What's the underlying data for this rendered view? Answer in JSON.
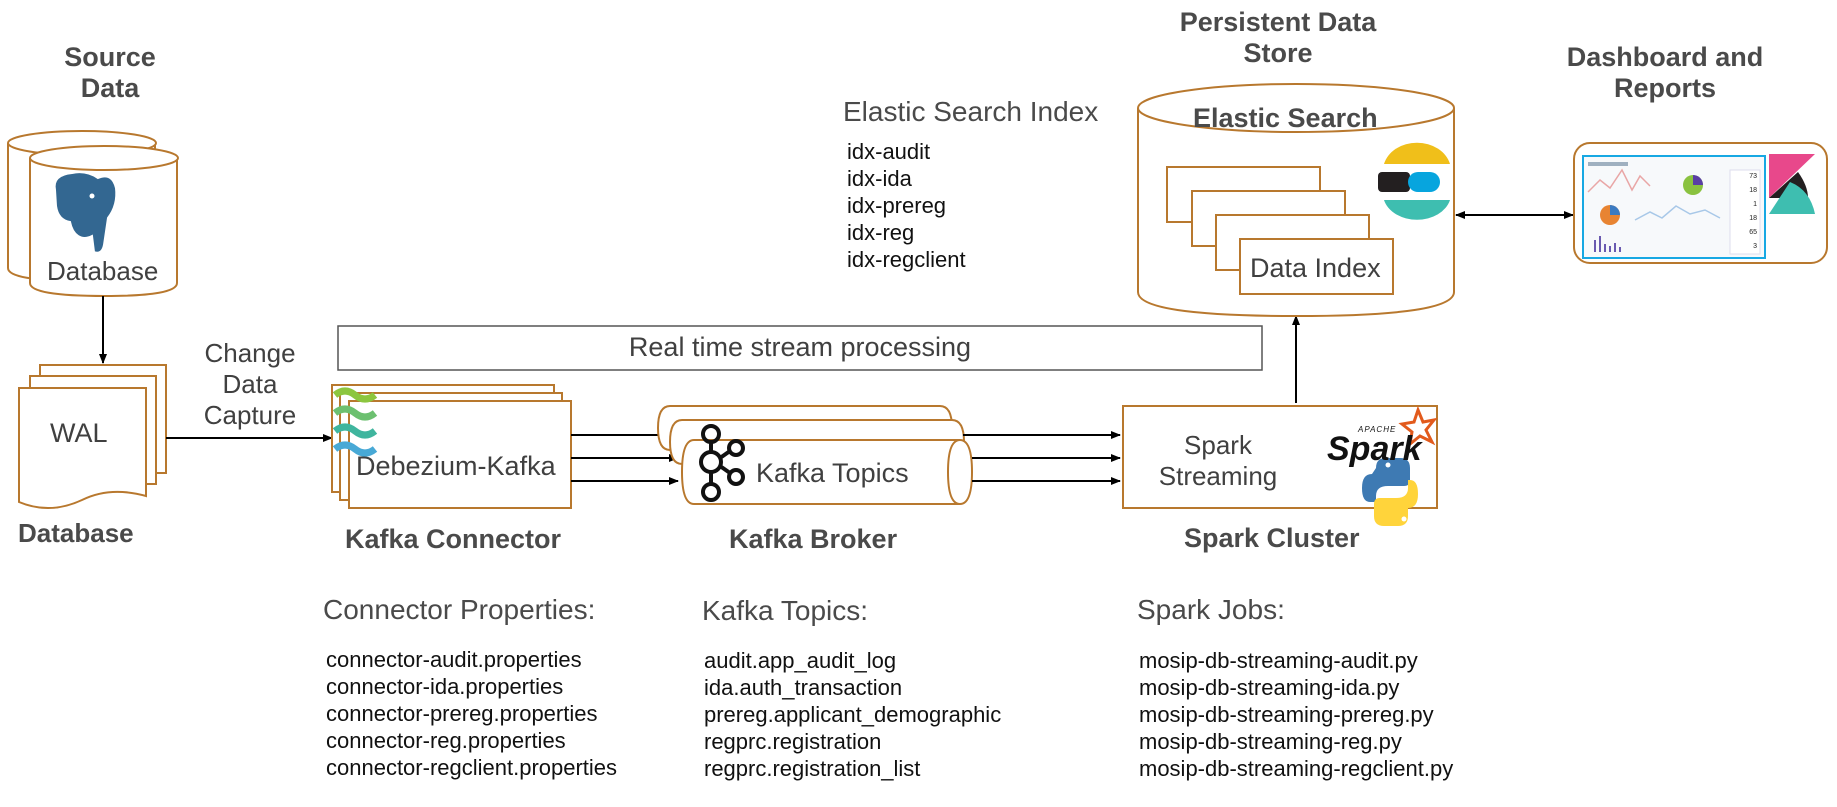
{
  "source": {
    "title_line1": "Source",
    "title_line2": "Data",
    "db_label": "Database",
    "db_icon": "postgresql-elephant-icon"
  },
  "wal": {
    "label": "WAL",
    "caption": "Database"
  },
  "cdc": {
    "line1": "Change",
    "line2": "Data",
    "line3": "Capture"
  },
  "stream_banner": "Real time stream processing",
  "connector": {
    "box_label": "Debezium-Kafka",
    "title": "Kafka Connector",
    "props_heading": "Connector Properties:",
    "props": [
      "connector-audit.properties",
      "connector-ida.properties",
      "connector-prereg.properties",
      "connector-reg.properties",
      "connector-regclient.properties"
    ],
    "icon": "debezium-logo-icon"
  },
  "broker": {
    "box_label": "Kafka Topics",
    "title": "Kafka Broker",
    "topics_heading": "Kafka Topics:",
    "topics": [
      "audit.app_audit_log",
      "ida.auth_transaction",
      "prereg.applicant_demographic",
      "regprc.registration",
      "regprc.registration_list"
    ],
    "icon": "kafka-logo-icon"
  },
  "spark": {
    "box_line1": "Spark",
    "box_line2": "Streaming",
    "title": "Spark Cluster",
    "jobs_heading": "Spark Jobs:",
    "jobs": [
      "mosip-db-streaming-audit.py",
      "mosip-db-streaming-ida.py",
      "mosip-db-streaming-prereg.py",
      "mosip-db-streaming-reg.py",
      "mosip-db-streaming-regclient.py"
    ],
    "logo_small": "APACHE",
    "logo_text": "Spark",
    "python_icon": "python-logo-icon"
  },
  "store": {
    "title_line1": "Persistent Data",
    "title_line2": "Store",
    "cylinder_label": "Elastic Search",
    "index_label": "Data Index",
    "icon": "elasticsearch-logo-icon"
  },
  "es_index": {
    "heading": "Elastic Search Index",
    "items": [
      "idx-audit",
      "idx-ida",
      "idx-prereg",
      "idx-reg",
      "idx-regclient"
    ]
  },
  "dashboard": {
    "title_line1": "Dashboard and",
    "title_line2": "Reports",
    "dash_numbers": [
      "73",
      "18",
      "1",
      "18",
      "65",
      "3"
    ],
    "icon": "kibana-logo-icon"
  },
  "colors": {
    "border": "#b8782e",
    "line": "#000000",
    "text": "#404040",
    "es_yellow": "#f0bf1a",
    "es_teal": "#3ebeb0",
    "es_blue": "#07a5de",
    "kibana_pink": "#e8488b",
    "kibana_teal": "#3ebeb0",
    "python_blue": "#3e7ab3",
    "python_yellow": "#ffd43b",
    "spark_orange": "#e25a1c",
    "debezium_green": "#8cc63f",
    "debezium_teal": "#3fb59e"
  }
}
